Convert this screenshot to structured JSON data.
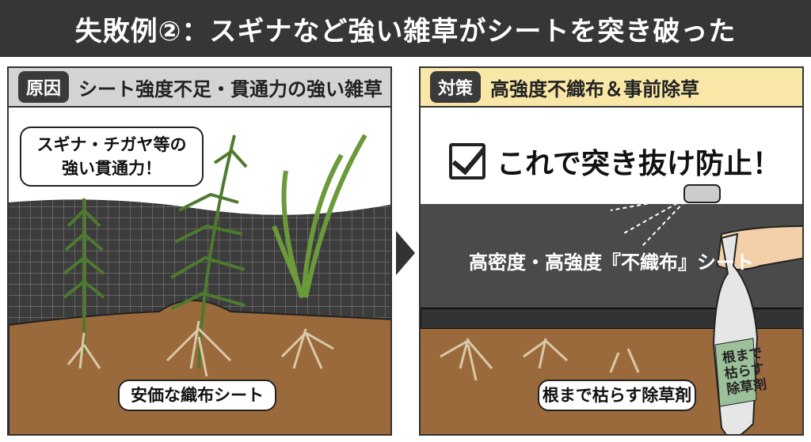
{
  "title": "失敗例②：スギナなど強い雑草がシートを突き破った",
  "left": {
    "tag": "原因",
    "heading": "シート強度不足・貫通力の強い雑草",
    "bubble_line1": "スギナ・チガヤ等の",
    "bubble_line2": "強い貫通力！",
    "sheet_label": "安価な織布シート"
  },
  "right": {
    "tag": "対策",
    "heading": "高強度不織布＆事前除草",
    "check_text": "これで突き抜け防止！",
    "felt_label": "高密度・高強度『不織布』シート",
    "herbicide_label": "根まで枯らす除草剤",
    "bottle_line1": "根まで",
    "bottle_line2": "枯らす",
    "bottle_line3": "除草剤"
  },
  "colors": {
    "title_bg": "#363636",
    "cause_bg": "#d4d4d4",
    "solution_bg": "#f8e7a6",
    "soil": "#9b6a3c",
    "mesh": "#3c3c3c"
  }
}
